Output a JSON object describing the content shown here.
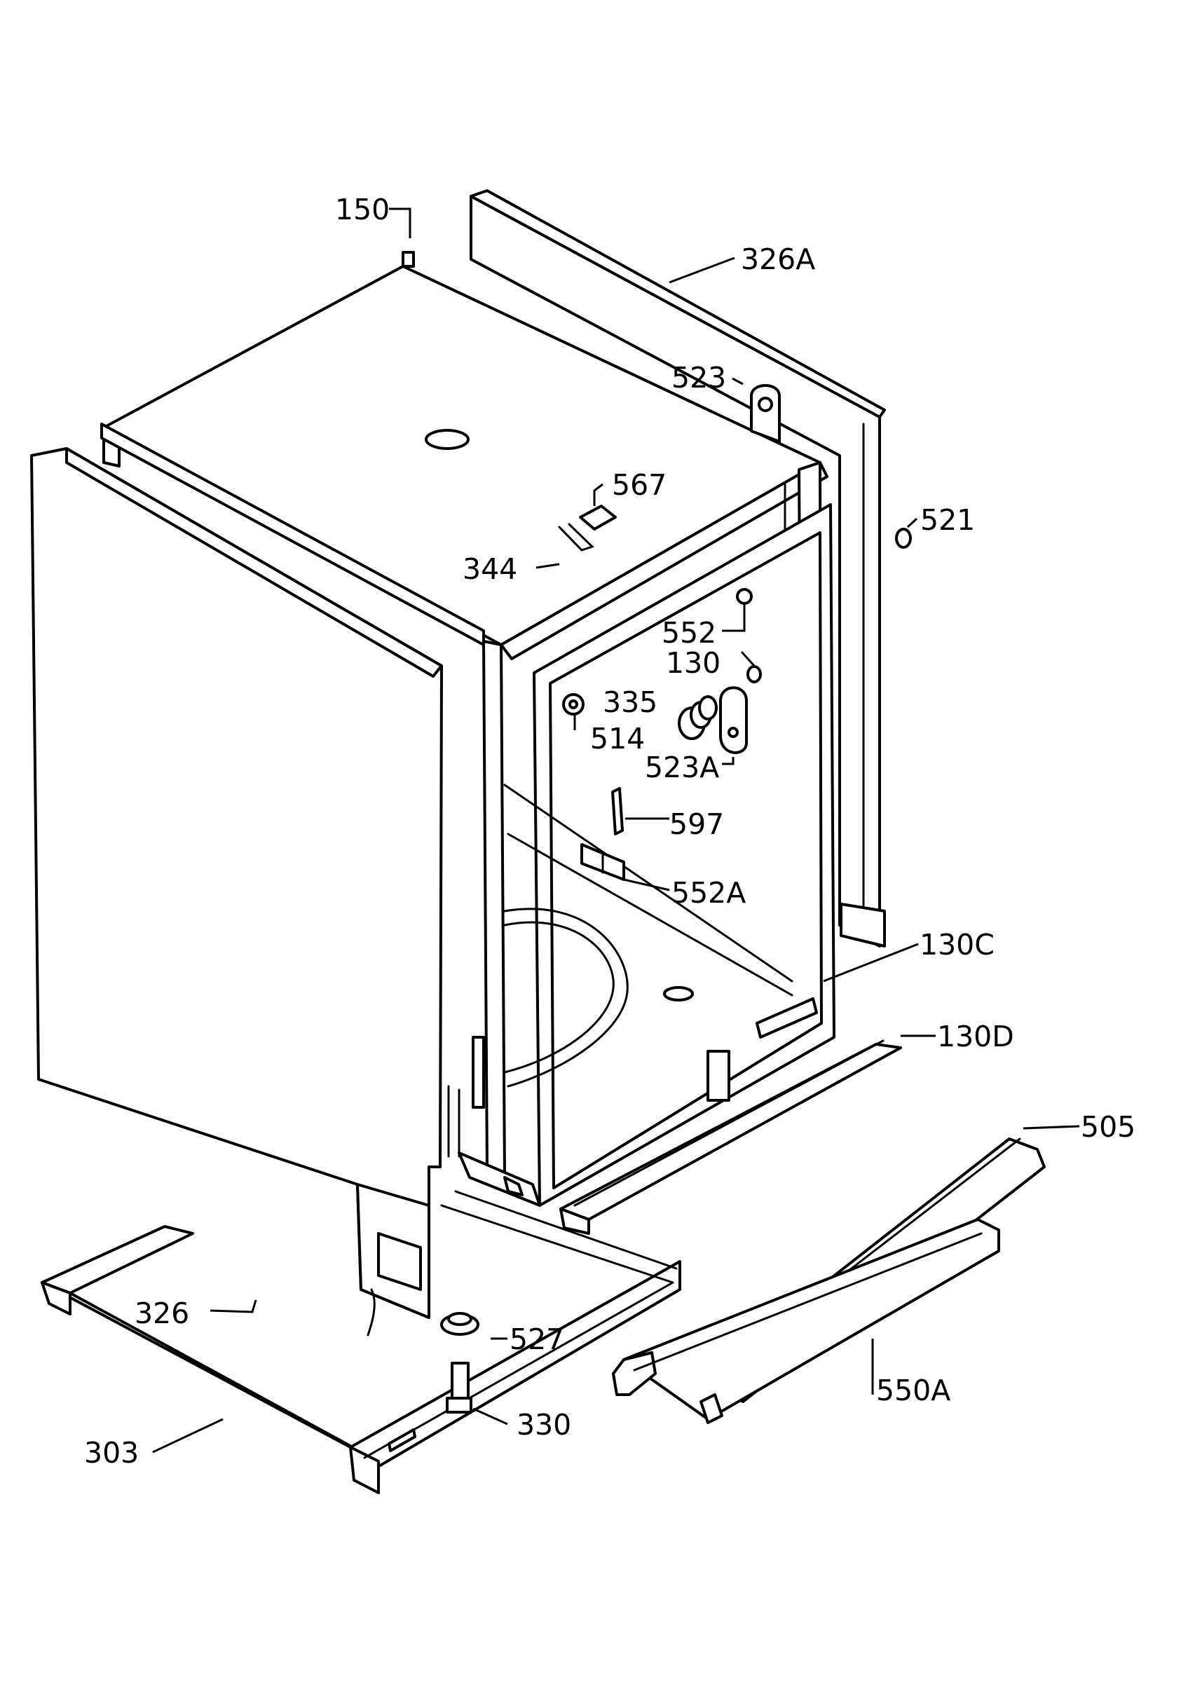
{
  "labels": {
    "l150": "150",
    "l326a": "326A",
    "l523": "523",
    "l567": "567",
    "l521": "521",
    "l344": "344",
    "l552": "552",
    "l130": "130",
    "l335": "335",
    "l514": "514",
    "l523a": "523A",
    "l597": "597",
    "l552a": "552A",
    "l130c": "130C",
    "l130d": "130D",
    "l505": "505",
    "l326": "326",
    "l527": "527",
    "l550a": "550A",
    "l330": "330",
    "l303": "303"
  }
}
